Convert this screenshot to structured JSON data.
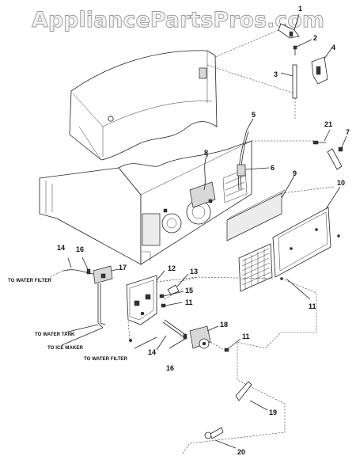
{
  "watermark": "AppliancePartsPros.com",
  "part_numbers": [
    "1",
    "2",
    "3",
    "4",
    "5",
    "6",
    "7",
    "8",
    "9",
    "10",
    "11",
    "12",
    "13",
    "14",
    "15",
    "16",
    "17",
    "18",
    "19",
    "20",
    "21"
  ],
  "repeat_numbers": {
    "eleven": "11",
    "fourteen": "14",
    "sixteen": "16"
  },
  "labels": {
    "to_water_filter": "TO WATER FILTER",
    "to_water_tank": "TO WATER TANK",
    "to_ice_maker": "TO ICE MAKER"
  }
}
